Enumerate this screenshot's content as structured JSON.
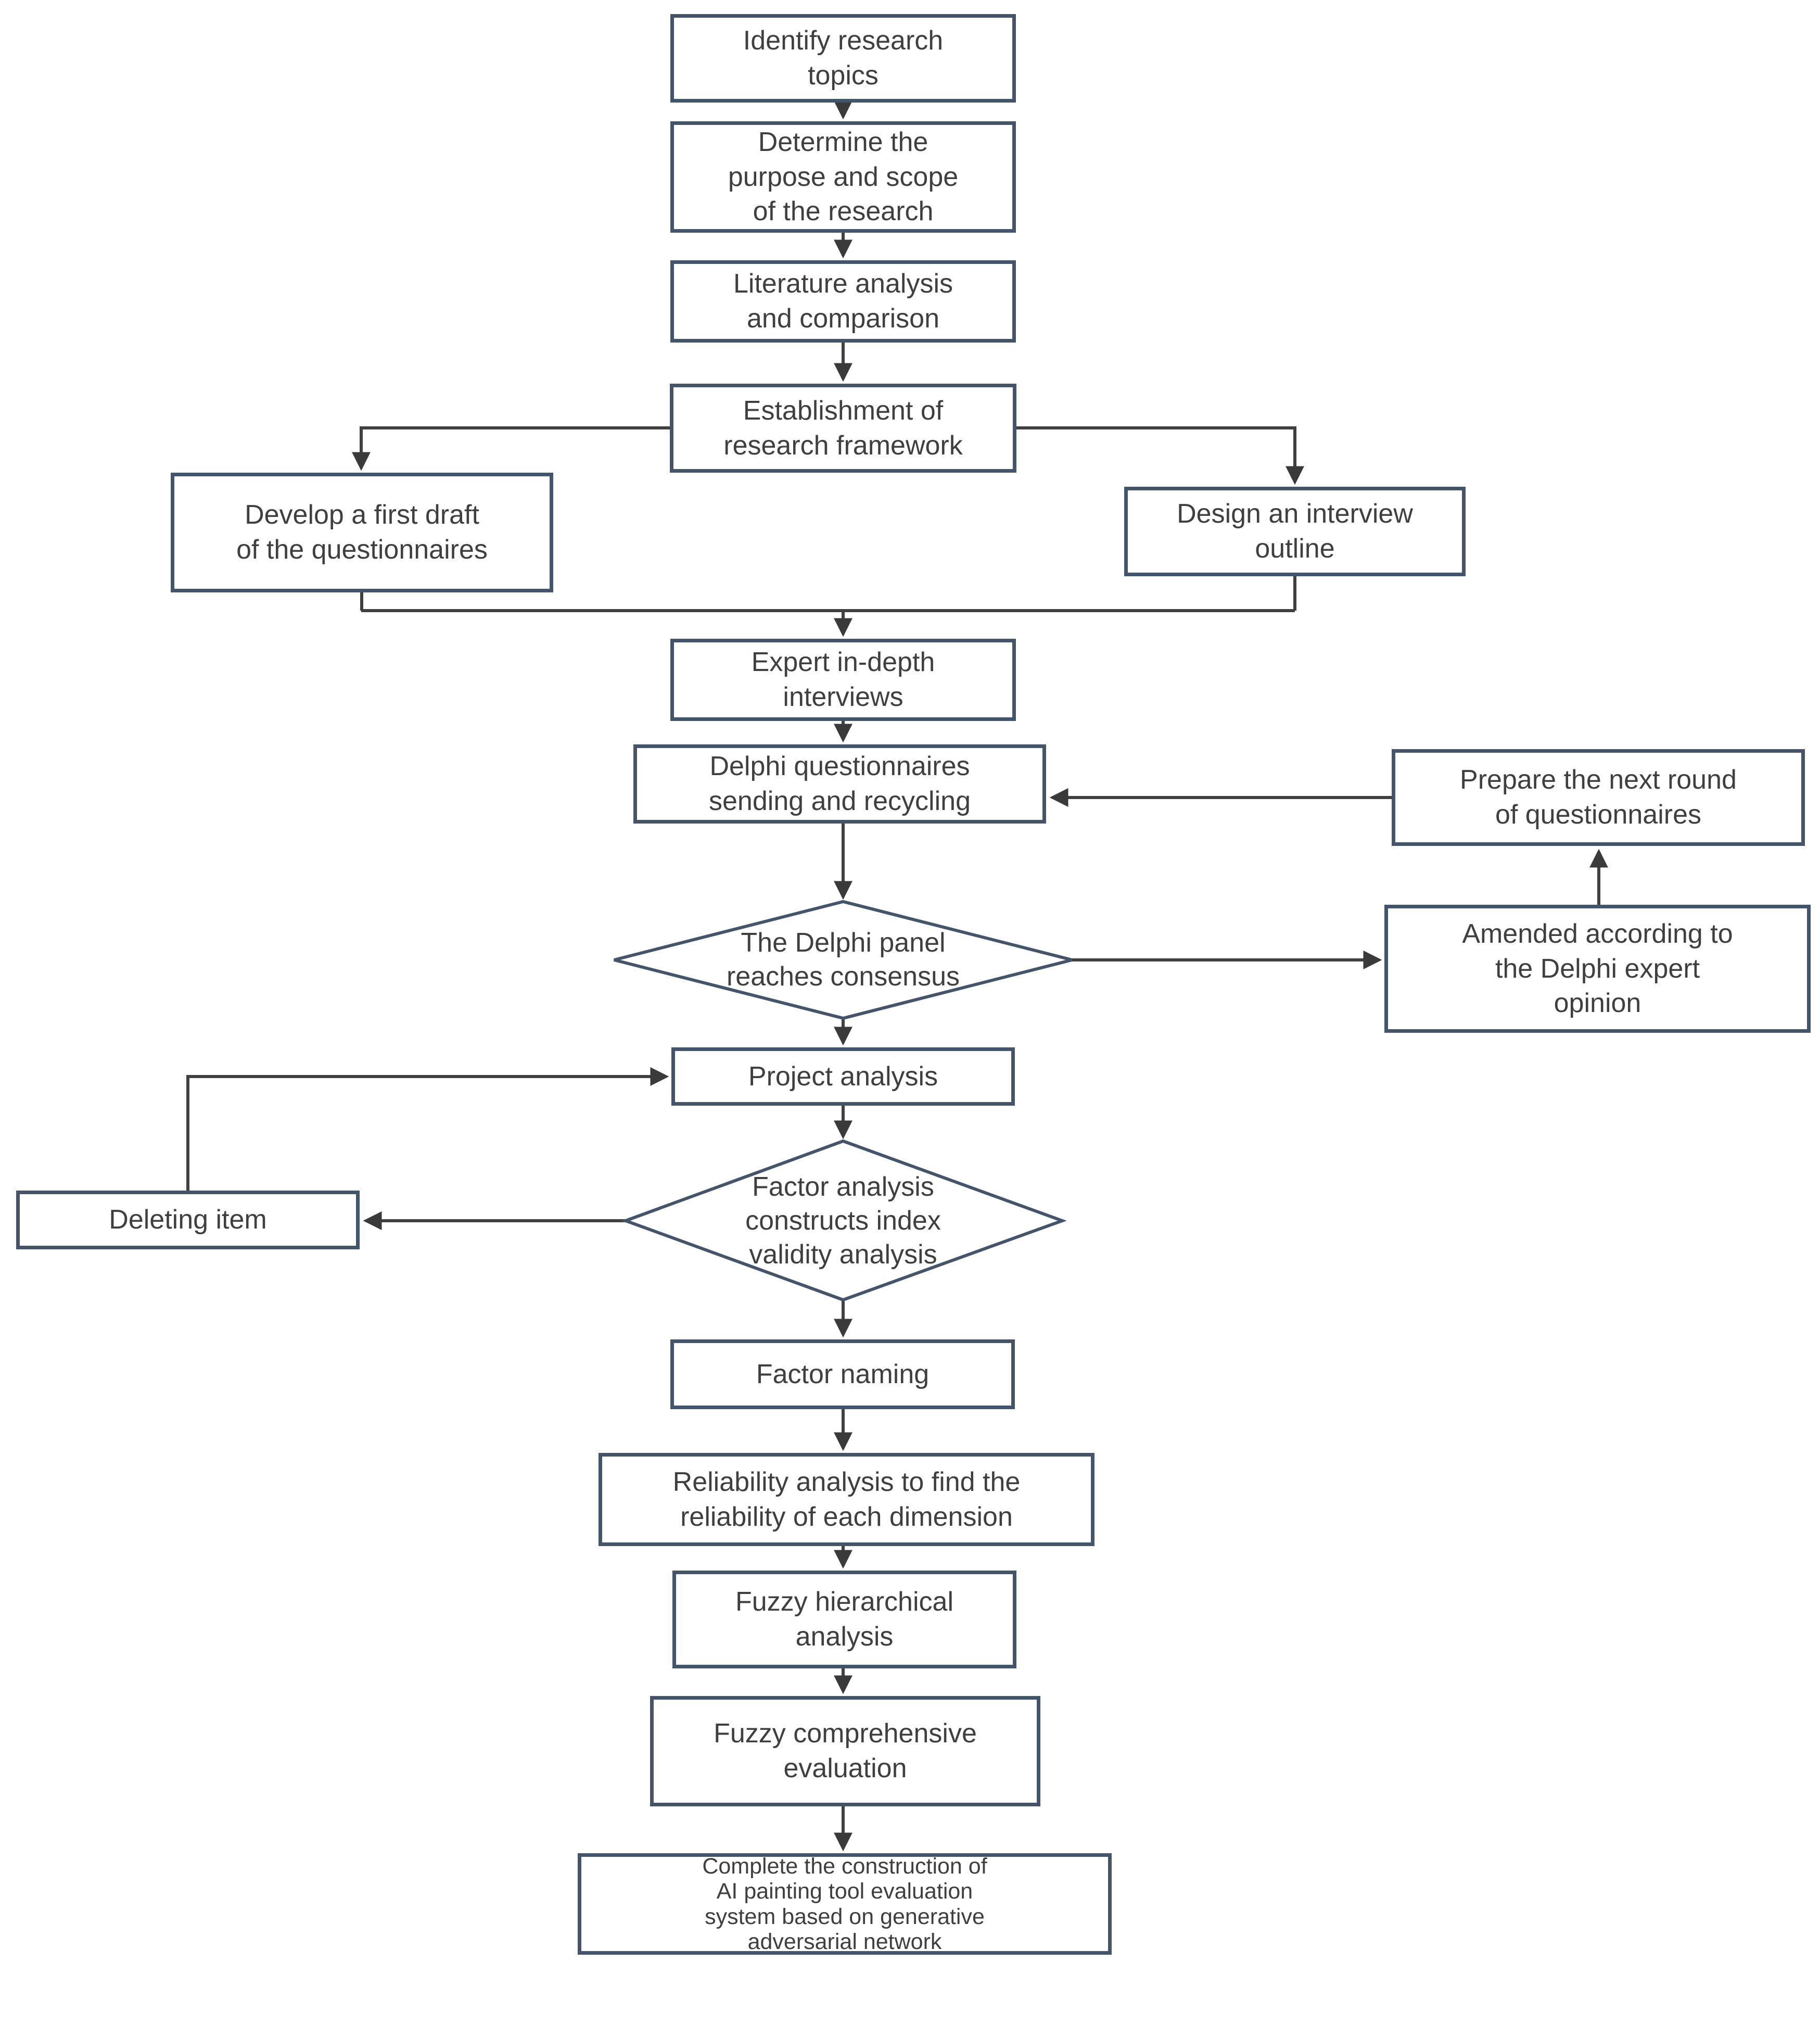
{
  "flowchart": {
    "title": "Research methodology flowchart",
    "colors": {
      "box_border": "#44546A",
      "diamond_border": "#44546A",
      "connector": "#404040",
      "text": "#3f3f3f",
      "background": "#ffffff"
    },
    "nodes": {
      "identify": {
        "type": "process",
        "label": "Identify research\ntopics"
      },
      "determine": {
        "type": "process",
        "label": "Determine the\npurpose and scope\nof the research"
      },
      "literature": {
        "type": "process",
        "label": "Literature analysis\nand comparison"
      },
      "establishment": {
        "type": "process",
        "label": "Establishment of\nresearch framework"
      },
      "develop_draft": {
        "type": "process",
        "label": "Develop a first draft\nof the questionnaires"
      },
      "design_outline": {
        "type": "process",
        "label": "Design an interview\noutline"
      },
      "expert_interviews": {
        "type": "process",
        "label": "Expert in-depth\ninterviews"
      },
      "delphi_send": {
        "type": "process",
        "label": "Delphi questionnaires\nsending and recycling"
      },
      "consensus": {
        "type": "decision",
        "label": "The Delphi panel\nreaches consensus"
      },
      "prepare_next": {
        "type": "process",
        "label": "Prepare the next round\nof questionnaires"
      },
      "amended": {
        "type": "process",
        "label": "Amended according to\nthe Delphi expert\nopinion"
      },
      "project_analysis": {
        "type": "process",
        "label": "Project analysis"
      },
      "factor_validity": {
        "type": "decision",
        "label": "Factor analysis\nconstructs index\nvalidity analysis"
      },
      "deleting_item": {
        "type": "process",
        "label": "Deleting item"
      },
      "factor_naming": {
        "type": "process",
        "label": "Factor naming"
      },
      "reliability": {
        "type": "process",
        "label": "Reliability analysis to find the\nreliability of each dimension"
      },
      "fuzzy_hierarchical": {
        "type": "process",
        "label": "Fuzzy hierarchical\nanalysis"
      },
      "fuzzy_comprehensive": {
        "type": "process",
        "label": "Fuzzy comprehensive\nevaluation"
      },
      "complete": {
        "type": "process",
        "label": "Complete the construction of\nAI painting tool evaluation\nsystem based on generative\nadversarial network"
      }
    },
    "edges": [
      "identify -> determine",
      "determine -> literature",
      "literature -> establishment",
      "establishment -> develop_draft",
      "establishment -> design_outline",
      "develop_draft + design_outline -> expert_interviews",
      "expert_interviews -> delphi_send",
      "delphi_send -> consensus",
      "consensus -> project_analysis",
      "consensus -> amended",
      "amended -> prepare_next",
      "prepare_next -> delphi_send",
      "project_analysis -> factor_validity",
      "factor_validity -> deleting_item",
      "deleting_item -> project_analysis",
      "factor_validity -> factor_naming",
      "factor_naming -> reliability",
      "reliability -> fuzzy_hierarchical",
      "fuzzy_hierarchical -> fuzzy_comprehensive",
      "fuzzy_comprehensive -> complete"
    ]
  }
}
